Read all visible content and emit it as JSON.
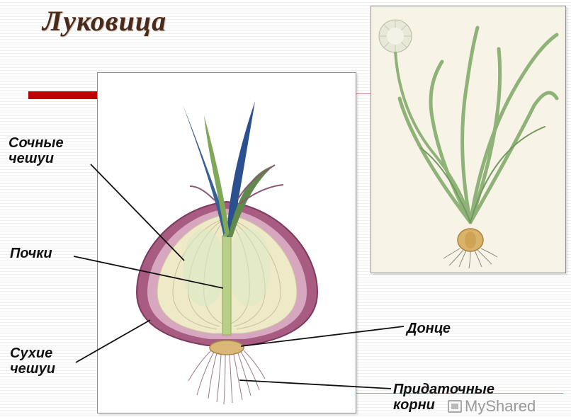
{
  "title": "Луковица",
  "labels": {
    "juicy_scales": "Сочные\nчешуи",
    "buds": "Почки",
    "dry_scales": "Сухие\nчешуи",
    "bottom": "Донце",
    "adventitious_roots": "Придаточные\nкорни"
  },
  "watermark": "MyShared",
  "colors": {
    "title": "#4a2a1a",
    "accent_red": "#c00000",
    "onion_outer": "#9b4e74",
    "onion_inner": "#e9e6c2",
    "leaf_green": "#7fa85a",
    "leaf_blue": "#2c4f8f"
  }
}
